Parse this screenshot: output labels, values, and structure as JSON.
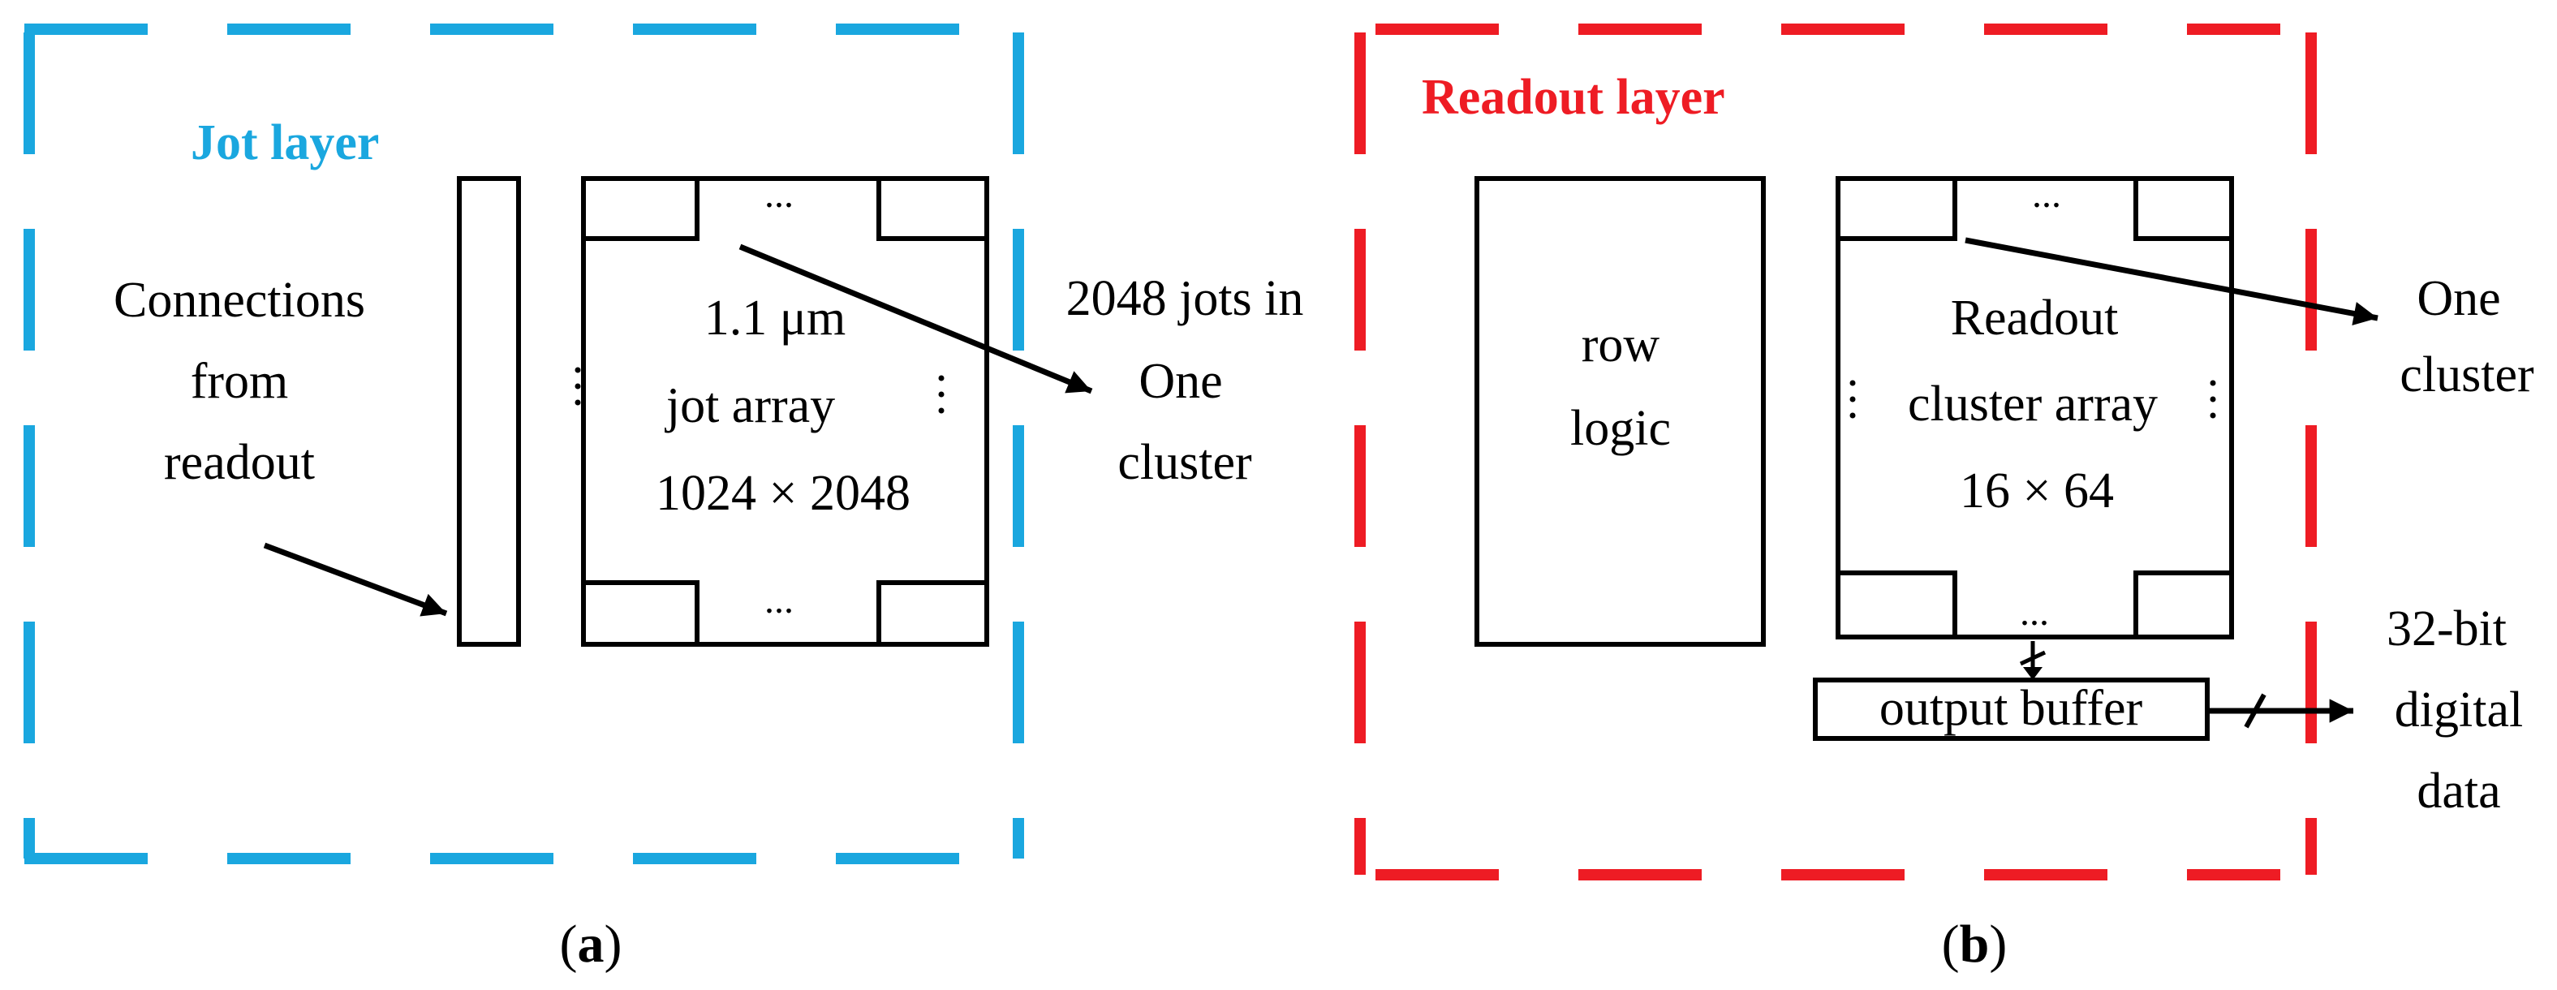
{
  "colors": {
    "jot_layer": "#1aa7df",
    "readout_layer": "#ee1c24",
    "ink": "#000000",
    "background": "#ffffff"
  },
  "panel_a": {
    "title": "Jot layer",
    "caption": "(a)",
    "caption_letter": "a",
    "connections_label": [
      "Connections",
      "from",
      "readout"
    ],
    "array_label": [
      "1.1 μm",
      "jot array",
      "1024 × 2048"
    ],
    "cluster_label": [
      "2048 jots in",
      "One",
      "cluster"
    ],
    "ellipsis": "..."
  },
  "panel_b": {
    "title": "Readout layer",
    "caption": "(b)",
    "caption_letter": "b",
    "row_logic_label": [
      "row",
      "logic"
    ],
    "array_label": [
      "Readout",
      "cluster array",
      "16 × 64"
    ],
    "cluster_label": [
      "One",
      "cluster"
    ],
    "output_buffer_label": "output buffer",
    "output_label": [
      "32-bit",
      "digital",
      "data"
    ],
    "ellipsis": "..."
  }
}
